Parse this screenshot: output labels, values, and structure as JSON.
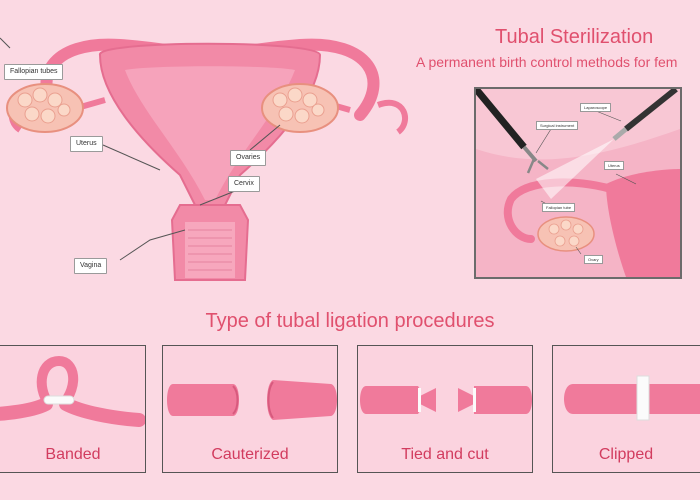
{
  "header": {
    "title": "Tubal Sterilization",
    "subtitle": "A permanent birth control methods for fem"
  },
  "anatomy": {
    "labels": {
      "fallopian_tubes": "Fallopian tubes",
      "uterus": "Uterus",
      "ovaries": "Ovaries",
      "cervix": "Cervix",
      "vagina": "Vagina"
    }
  },
  "inset": {
    "labels": {
      "laparoscope": "Laparoscope",
      "surgical_instrument": "Surgical instrument",
      "uterus": "Uterus",
      "fallopian_tube": "Fallopian tube",
      "ovary": "Ovary"
    }
  },
  "procedures": {
    "heading": "Type of tubal ligation procedures",
    "items": [
      {
        "label": "Banded"
      },
      {
        "label": "Cauterized"
      },
      {
        "label": "Tied and cut"
      },
      {
        "label": "Clipped"
      }
    ]
  },
  "colors": {
    "background": "#fbd9e3",
    "accent": "#e0506e",
    "organ": "#f07a9b",
    "ovary": "#f7c2b4"
  }
}
